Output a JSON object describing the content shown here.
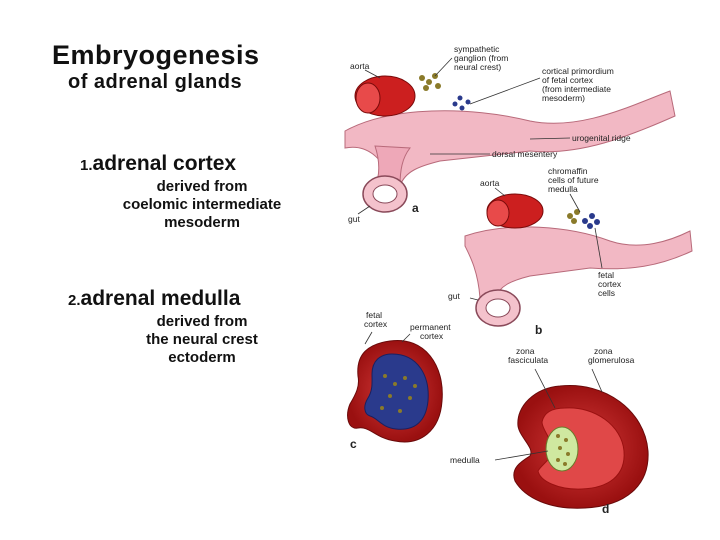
{
  "title": {
    "line1": "Embryogenesis",
    "line2": "of adrenal glands"
  },
  "point1": {
    "number": "1.",
    "heading": "adrenal cortex",
    "lines": [
      "derived from",
      "coelomic intermediate",
      "mesoderm"
    ]
  },
  "point2": {
    "number": "2.",
    "heading": "adrenal medulla",
    "lines": [
      "derived from",
      "the neural crest",
      "ectoderm"
    ]
  },
  "figure": {
    "panel_a": {
      "letter": "a",
      "aorta": "aorta",
      "sympathetic": [
        "sympathetic",
        "ganglion (from",
        "neural crest)"
      ],
      "cortical": [
        "cortical primordium",
        "of fetal cortex",
        "(from intermediate",
        "mesoderm)"
      ],
      "urogenital": "urogenital ridge",
      "dorsal": "dorsal mesentery",
      "gut": "gut"
    },
    "panel_b": {
      "letter": "b",
      "aorta": "aorta",
      "chromaffin": [
        "chromaffin",
        "cells of future",
        "medulla"
      ],
      "fetal_cortex": [
        "fetal",
        "cortex",
        "cells"
      ],
      "gut": "gut"
    },
    "panel_c": {
      "letter": "c",
      "fetal": [
        "fetal",
        "cortex"
      ],
      "permanent": [
        "permanent",
        "cortex"
      ]
    },
    "panel_d": {
      "letter": "d",
      "fasciculata": [
        "zona",
        "fasciculata"
      ],
      "glomerulosa": [
        "zona",
        "glomerulosa"
      ],
      "medulla": "medulla"
    }
  },
  "colors": {
    "aorta": "#cc1f1f",
    "tissue": "#f2b8c4",
    "cortex": "#b81c1c",
    "medulla": "#2a3a8c",
    "ganglion": "#8a7a2a"
  }
}
